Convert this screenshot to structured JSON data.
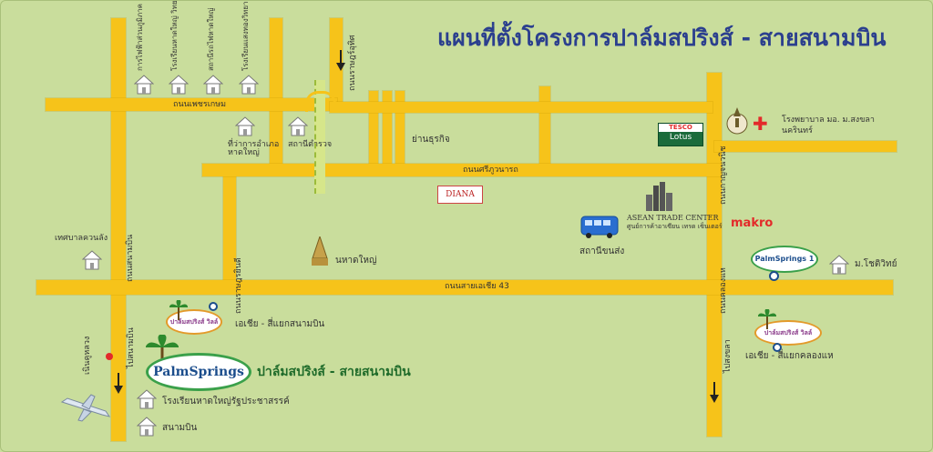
{
  "title": "แผนที่ตั้งโครงการปาล์มสปริงส์ - สายสนามบิน",
  "roads": {
    "phetkasem": "ถนนเพชรเกษม",
    "srisunthon": "ถนนศรีภูวนารถ",
    "asia43": "ถนนสายเอเชีย 43",
    "rajutit": "ถนนราษฎร์อุทิศ",
    "hatyai_airport": "ถนนสนามบิน",
    "kanchanawanit": "ถนนกาญจนวนิช",
    "klonghae": "ถนนคลองแห",
    "rad_uthit": "ถนนราษฎรยินดี",
    "sanambin_side": "ถนนสนามบิน",
    "yan": "ย่านธุรกิจ"
  },
  "places": {
    "school1": "การไฟฟ้าส่วนภูมิภาค อำเภอหาดใหญ่",
    "school2": "โรงเรียนหาดใหญ่ วิทยาลัยสมบูรณ์กุลกันยา",
    "school3": "สถานีรถไฟหาดใหญ่",
    "school4": "โรงเรียนแสงทองวิทยา",
    "district_office": "ที่ว่าการอำเภอหาดใหญ่",
    "police": "สถานีตำรวจ",
    "hospital": "โรงพยาบาล มอ. ม.สงขลานครินทร์",
    "temple": "นหาดใหญ่",
    "municipality": "เทศบาลควนลัง",
    "bus": "สถานีขนส่ง",
    "asean": "ASEAN TRADE CENTER",
    "asean_sub": "ศูนย์การค้าอาเซียน เทรด เซ็นเตอร์",
    "tesco_top": "TESCO",
    "tesco_bottom": "Lotus",
    "diana": "DIANA",
    "makro": "makro",
    "palm1": "PalmSprings 1",
    "chotiwit": "ม.โชติวิทย์",
    "palm_asia": "เอเชีย - สี่แยกสนามบิน",
    "palm_ville": "ปาล์มสปริงส์ วิลล์",
    "palm_ville2": "ปาล์มสปริงส์ วิลล์",
    "palm_klonghae": "เอเชีย - สี่แยกคลองแห",
    "main_project": "ปาล์มสปริงส์ - สายสนามบิน",
    "palm_main_logo": "PalmSprings",
    "school_bottom": "โรงเรียนหาดใหญ่รัฐประชาสรรค์",
    "airport": "สนามบิน",
    "kanchanawanit_left": "เนินคูหลวง",
    "to_airport": "ไปสนามบิน",
    "to_songkhla": "ไปสงขลา"
  },
  "colors": {
    "background": "#c9dd9c",
    "road": "#f6c31a",
    "title": "#2b3f8e",
    "project": "#1f6b2a"
  }
}
